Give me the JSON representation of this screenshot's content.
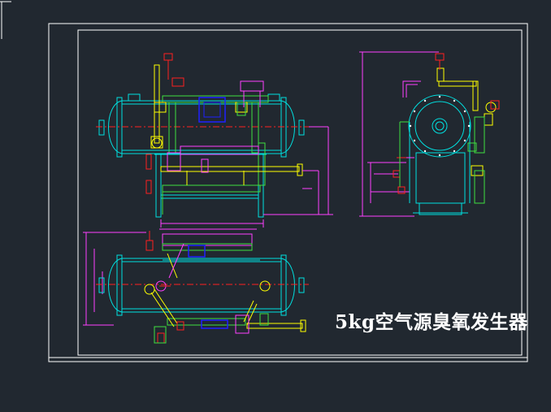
{
  "drawing": {
    "title": "5kg空气源臭氧发生器",
    "background": "#212830",
    "colors": {
      "frame": "#ffffff",
      "vessel": "#00e0e0",
      "pipe_green": "#40e040",
      "pipe_yellow": "#ffff00",
      "dimension": "#ff40ff",
      "red": "#ff2020",
      "blue": "#2020ff"
    },
    "views": [
      "front-view",
      "side-view",
      "top-view"
    ]
  }
}
